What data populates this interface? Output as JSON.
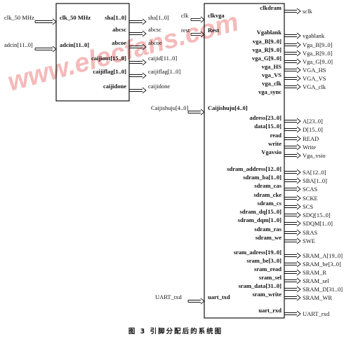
{
  "watermark": "www.elecfans.com",
  "caption": "图 3   引脚分配后的系统图",
  "left_block": {
    "ext_inputs": [
      "clk_50 MHz",
      "adcin[11..0]"
    ],
    "in_ports": [
      "clk_50 MHz",
      "adcin[11..0]"
    ],
    "out_ports": [
      "sha[1..0]",
      "abcsc",
      "abcoe",
      "caijiout[15..0]",
      "caijiflag[1..0]",
      "caijidone"
    ],
    "ext_outputs": [
      "sha[1..0]",
      "abcsc",
      "abcoe",
      "caijid[11..0]",
      "caijiflag[1..0]",
      "caijidone"
    ]
  },
  "right_block": {
    "ext_inputs": [
      "clk",
      "rest",
      "Caijishuju[4..0]",
      "UART_txd"
    ],
    "in_ports": [
      "clkvga",
      "Rest",
      "Caijishuju[4..0]",
      "uart_txd"
    ],
    "out_ports": [
      "clkdram",
      "Vgablank",
      "vga_B[9..0]",
      "vga_R[9..0]",
      "vga_G[9..0]",
      "vga_HS",
      "vga_VS",
      "vga_clk",
      "vga_sync",
      "adress[23..0]",
      "data[15..0]",
      "read",
      "write",
      "Vgavsio",
      "sdram_address[12..0]",
      "sdram_ba[1..0]",
      "sdram_cas",
      "sdram_cke",
      "sdram_cs",
      "sdram_dq[15..0]",
      "sdram_dqm[1..0]",
      "sdram_ras",
      "sdram_we",
      "sram_adress[19..0]",
      "sram_be[3..0]",
      "sram_read",
      "sram_sel",
      "sram_data[31..0]",
      "sram_write",
      "uart_rxd"
    ],
    "ext_outputs": [
      "sclk",
      "vgablank",
      "Vga_B[9..0]",
      "Vga_R[9..0]",
      "Vga_G[9..0]",
      "VGA_HS",
      "VGA_VS",
      "VGA_clk",
      "",
      "A[23..0]",
      "D[15..0]",
      "READ",
      "Write",
      "Vga_vsio",
      "SA[12..0]",
      "SBA[1..0]",
      "SCAS",
      "SCKE",
      "SCS",
      "SDQ[15..0]",
      "SDQM[1..0]",
      "SRAS",
      "SWE",
      "SRAM_A[19..0]",
      "SRAM_be[3..0]",
      "SRAM_R",
      "SRAM_sel",
      "SRAM_D[31..0]",
      "SRAM_WR",
      "UART_rxd"
    ]
  }
}
